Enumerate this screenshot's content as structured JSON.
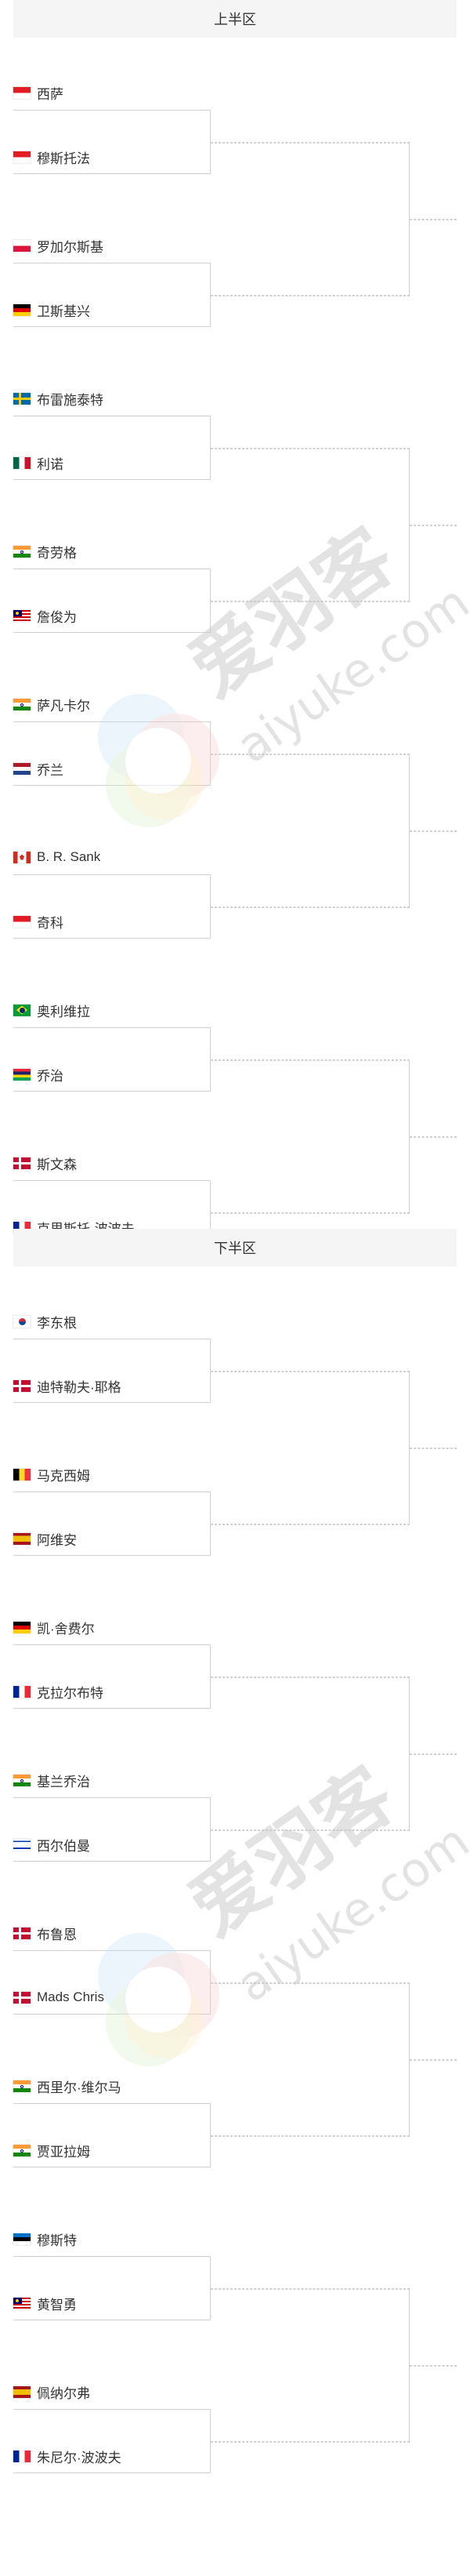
{
  "sections": [
    {
      "title": "上半区",
      "players": [
        {
          "name": "西萨",
          "flag": "indonesia-flag"
        },
        {
          "name": "穆斯托法",
          "flag": "indonesia-flag"
        },
        {
          "name": "罗加尔斯基",
          "flag": "poland-flag"
        },
        {
          "name": "卫斯基兴",
          "flag": "germany-flag"
        },
        {
          "name": "布雷施泰特",
          "flag": "sweden-flag"
        },
        {
          "name": "利诺",
          "flag": "mexico-flag"
        },
        {
          "name": "奇劳格",
          "flag": "india-flag"
        },
        {
          "name": "詹俊为",
          "flag": "malaysia-flag"
        },
        {
          "name": "萨凡卡尔",
          "flag": "india-flag"
        },
        {
          "name": "乔兰",
          "flag": "netherlands-flag"
        },
        {
          "name": "B. R. Sank",
          "flag": "canada-flag"
        },
        {
          "name": "奇科",
          "flag": "indonesia-flag"
        },
        {
          "name": "奥利维拉",
          "flag": "brazil-flag"
        },
        {
          "name": "乔治",
          "flag": "mauritius-flag"
        },
        {
          "name": "斯文森",
          "flag": "denmark-flag"
        },
        {
          "name": "克里斯托·波波夫",
          "flag": "france-flag"
        }
      ]
    },
    {
      "title": "下半区",
      "players": [
        {
          "name": "李东根",
          "flag": "korea-flag"
        },
        {
          "name": "迪特勒夫·耶格",
          "flag": "denmark-flag"
        },
        {
          "name": "马克西姆",
          "flag": "belgium-flag"
        },
        {
          "name": "阿维安",
          "flag": "spain-flag"
        },
        {
          "name": "凯·舍费尔",
          "flag": "germany-flag"
        },
        {
          "name": "克拉尔布特",
          "flag": "france-flag"
        },
        {
          "name": "基兰乔治",
          "flag": "india-flag"
        },
        {
          "name": "西尔伯曼",
          "flag": "israel-flag"
        },
        {
          "name": "布鲁恩",
          "flag": "denmark-flag"
        },
        {
          "name": "Mads Chris",
          "flag": "denmark-flag"
        },
        {
          "name": "西里尔·维尔马",
          "flag": "india-flag"
        },
        {
          "name": "贾亚拉姆",
          "flag": "india-flag"
        },
        {
          "name": "穆斯特",
          "flag": "estonia-flag"
        },
        {
          "name": "黄智勇",
          "flag": "malaysia-flag"
        },
        {
          "name": "佩纳尔弗",
          "flag": "spain-flag"
        },
        {
          "name": "朱尼尔·波波夫",
          "flag": "france-flag"
        }
      ]
    }
  ],
  "watermark": {
    "brand": "爱羽客",
    "domain": "aiyuke.com"
  }
}
